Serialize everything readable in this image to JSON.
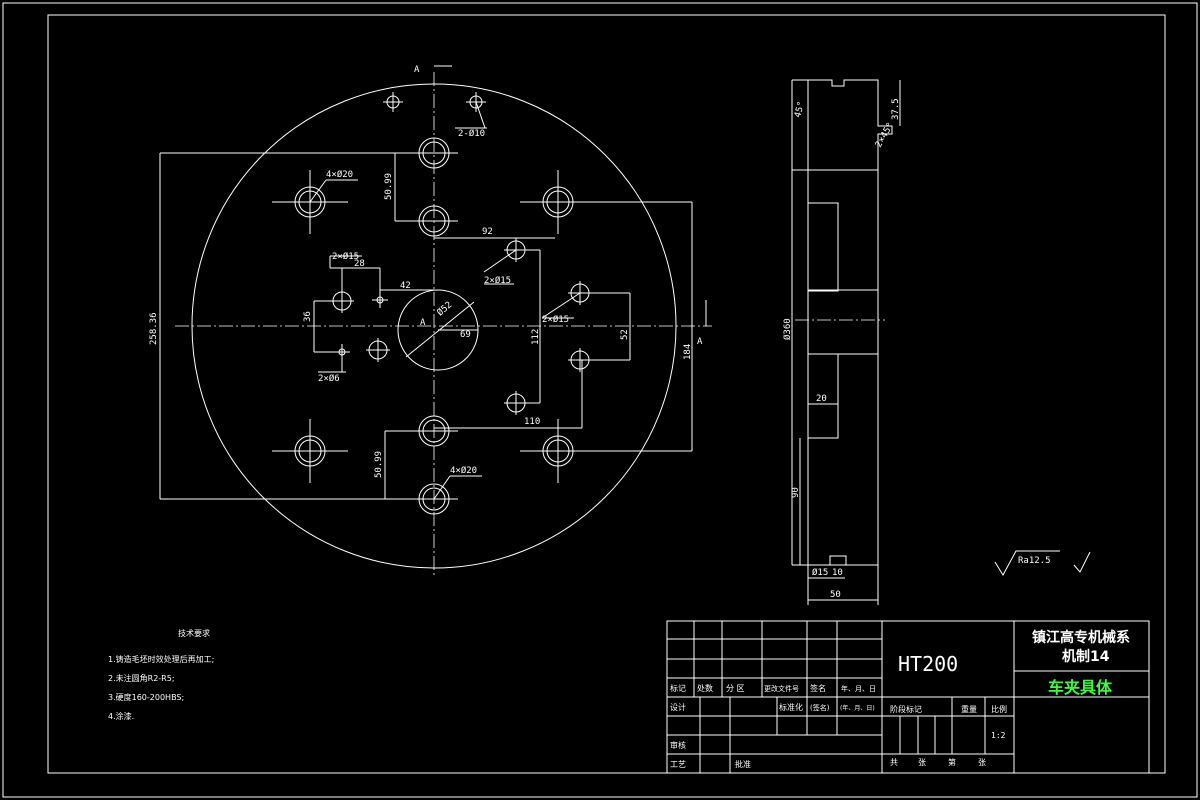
{
  "section_label": "A",
  "dimensions": {
    "holes_2x10": "2-Ø10",
    "holes_4x20_top": "4×Ø20",
    "holes_4x20_bottom": "4×Ø20",
    "holes_2x15_left": "2×Ø15",
    "holes_2x15_mid": "2×Ø15",
    "holes_2x15_right": "2×Ø15",
    "holes_2x6": "2×Ø6",
    "center_dia": "Ø52",
    "d_50_99_top": "50.99",
    "d_50_99_bottom": "50.99",
    "d_258_36": "258.36",
    "d_184": "184",
    "d_92": "92",
    "d_28": "28",
    "d_42": "42",
    "d_36": "36",
    "d_69": "69",
    "d_112": "112",
    "d_52": "52",
    "d_110": "110",
    "side_dia_360": "Ø360",
    "side_37_5": "37.5",
    "side_20": "20",
    "side_90": "90",
    "side_15": "Ø15",
    "side_10": "10",
    "side_50": "50",
    "side_45": "45°",
    "side_bevel": "2×45°"
  },
  "roughness": "Ra12.5",
  "tech_req": {
    "title": "技术要求",
    "items": [
      "1.铸造毛坯时效处理后再加工;",
      "2.未注圆角R2-R5;",
      "3.硬度160-200HBS;",
      "4.涂漆."
    ]
  },
  "title_block": {
    "material": "HT200",
    "school_line1": "镇江高专机械系",
    "school_line2": "机制14",
    "part_name": "车夹具体",
    "row_labels": [
      "标记",
      "处数",
      "分 区",
      "更改文件号",
      "签名",
      "年、月、日"
    ],
    "design": "设计",
    "standardize": "标准化",
    "sign": "(签名)",
    "date": "(年、月、日)",
    "stage_mark": "阶段标记",
    "weight": "重量",
    "scale_label": "比例",
    "scale_value": "1:2",
    "review": "审核",
    "process": "工艺",
    "approve": "批准",
    "total": "共",
    "sheets": "张",
    "sheet_no": "第",
    "sheets2": "张"
  }
}
